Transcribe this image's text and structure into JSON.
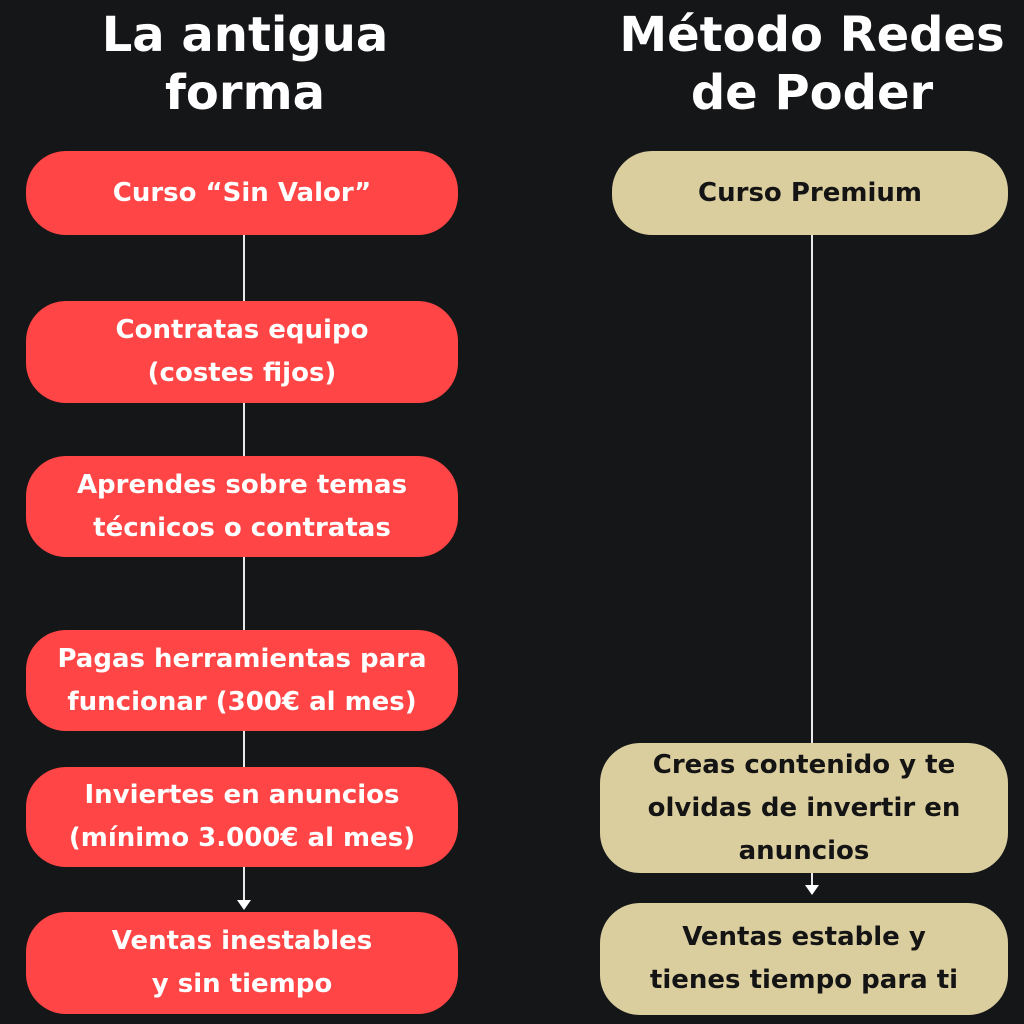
{
  "titles": {
    "old_way": "La antigua\nforma",
    "new_way": "Método Redes\nde Poder"
  },
  "old_way_steps": [
    "Curso “Sin Valor”",
    "Contratas equipo\n(costes fijos)",
    "Aprendes sobre temas\ntécnicos o contratas",
    "Pagas herramientas para\nfuncionar (300€ al mes)",
    "Inviertes en anuncios\n(mínimo 3.000€ al mes)",
    "Ventas inestables\ny sin tiempo"
  ],
  "new_way_steps": [
    "Curso Premium",
    "Creas contenido y te\nolvidas de invertir en\nanuncios",
    "Ventas estable y\ntienes tiempo para ti"
  ],
  "colors": {
    "background": "#151618",
    "old_way_box": "#ff4545",
    "new_way_box": "#dacd9e",
    "connector": "#e9e9e9"
  }
}
